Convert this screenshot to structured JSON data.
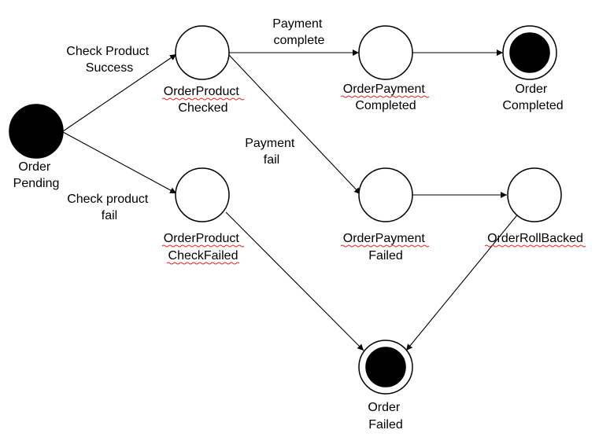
{
  "states": {
    "order_pending": [
      "Order",
      "Pending"
    ],
    "product_checked": [
      "OrderProduct",
      "Checked"
    ],
    "payment_completed": [
      "OrderPayment",
      "Completed"
    ],
    "order_completed": [
      "Order",
      "Completed"
    ],
    "product_check_failed": [
      "OrderProduct",
      "CheckFailed"
    ],
    "payment_failed": [
      "OrderPayment",
      "Failed"
    ],
    "roll_backed": [
      "OrderRollBacked"
    ],
    "order_failed": [
      "Order",
      "Failed"
    ]
  },
  "transitions": {
    "check_product_success": [
      "Check Product",
      "Success"
    ],
    "check_product_fail": [
      "Check product",
      "fail"
    ],
    "payment_complete": [
      "Payment",
      "complete"
    ],
    "payment_fail": [
      "Payment",
      "fail"
    ]
  },
  "colors": {
    "stroke": "#000000",
    "fill_initial": "#000000",
    "spellcheck_underline": "#e02020"
  }
}
